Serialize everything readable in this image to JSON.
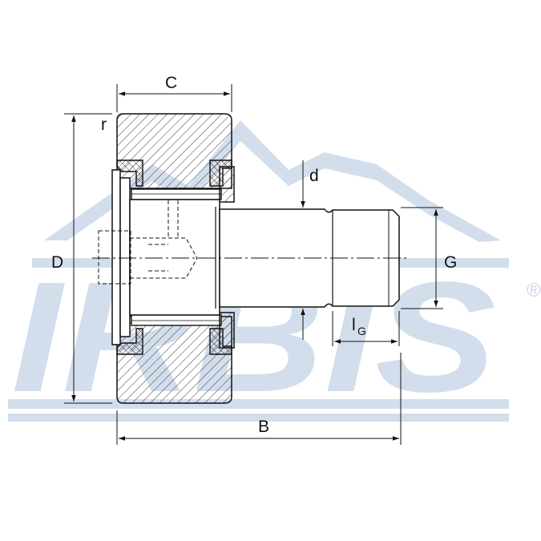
{
  "watermark": {
    "text": "IRBIS",
    "registered_mark": "®",
    "color": "#d3deed",
    "icon": "mountain-logo-icon"
  },
  "dimensions": {
    "C": "C",
    "r": "r",
    "d": "d",
    "D": "D",
    "G": "G",
    "lG_main": "l",
    "lG_sub": "G",
    "B": "B"
  },
  "colors": {
    "line": "#111111",
    "hatch": "#444444",
    "watermark": "#d3deed"
  }
}
